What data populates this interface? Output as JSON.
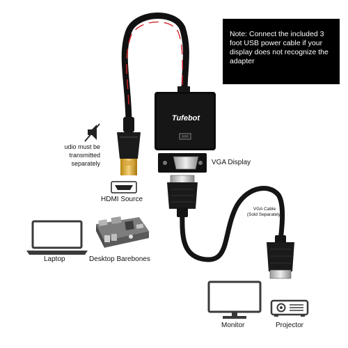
{
  "note": "Note: Connect the included 3 foot USB power cable if your display does not recognize the adapter",
  "brand_logo": "Tufebot",
  "audio_note": {
    "line1": "udio must be",
    "line2": "transmitted",
    "line3": "separately"
  },
  "labels": {
    "vga_display": "VGA Display",
    "hdmi_source": "HDMI Source",
    "vga_cable_line1": "VGA Cable",
    "vga_cable_line2": "(Sold Separately)",
    "laptop": "Laptop",
    "desktop_barebones": "Desktop Barebones",
    "monitor": "Monitor",
    "projector": "Projector"
  },
  "icons": {
    "audio": "muted-speaker-icon",
    "hdmi_port": "hdmi-port-icon",
    "vga_port": "vga-port-icon",
    "laptop": "laptop-icon",
    "desktop": "desktop-board-icon",
    "monitor": "monitor-icon",
    "projector": "projector-icon"
  },
  "colors": {
    "note_background": "#000000",
    "cable_accent": "#d8262b",
    "cable_body": "#111111",
    "device_gray": "#555555"
  }
}
